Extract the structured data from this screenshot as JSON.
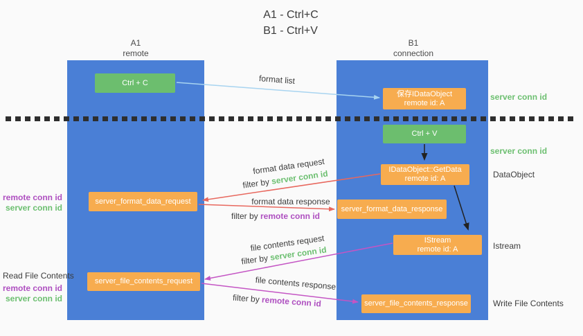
{
  "title": {
    "line1": "A1 - Ctrl+C",
    "line2": "B1 - Ctrl+V"
  },
  "columns": {
    "a1": {
      "name": "A1",
      "subtitle": "remote"
    },
    "b1": {
      "name": "B1",
      "subtitle": "connection"
    }
  },
  "boxes": {
    "ctrl_c": "Ctrl + C",
    "ctrl_v": "Ctrl + V",
    "save_idataobject": {
      "line1": "保存IDataObject",
      "line2": "remote id: A"
    },
    "getdata": {
      "line1": "IDataObject::GetData",
      "line2": "remote id: A"
    },
    "istream": {
      "line1": "IStream",
      "line2": "remote id: A"
    },
    "format_request": "server_format_data_request",
    "format_response": "server_format_data_response",
    "file_request": "server_file_contents_request",
    "file_response": "server_file_contents_response"
  },
  "side_labels": {
    "server_conn_id_top": "server conn id",
    "server_conn_id_mid": "server conn id",
    "dataobject": "DataObject",
    "istream": "Istream",
    "write_file_contents": "Write File Contents",
    "read_file_contents": "Read File Contents",
    "left1_remote": "remote conn id",
    "left1_server": "server conn id",
    "left2_remote": "remote conn id",
    "left2_server": "server conn id"
  },
  "arrow_labels": {
    "format_list": "format list",
    "format_data_request": "format data request",
    "filter_by_1": "filter by ",
    "filter_val_1": "server conn id",
    "format_data_response": "format data response",
    "filter_by_2": "filter by ",
    "filter_val_2": "remote conn id",
    "file_contents_request": "file contents request",
    "filter_by_3": "filter by ",
    "filter_val_3": "server conn id",
    "file_contents_response": "file contents response",
    "filter_by_4": "filter by ",
    "filter_val_4": "remote conn id"
  },
  "colors": {
    "background": "#fafafa",
    "lifeline_blue": "#4a7fd6",
    "node_green": "#6cbe6e",
    "node_orange": "#f7ac4f",
    "arrow_light_blue": "#a8d4f0",
    "arrow_red": "#e8685e",
    "arrow_purple": "#c455c4",
    "arrow_black": "#222222",
    "text_green": "#6cbf70",
    "text_purple": "#ae4fc0",
    "text_dark": "#3c3c3c"
  }
}
